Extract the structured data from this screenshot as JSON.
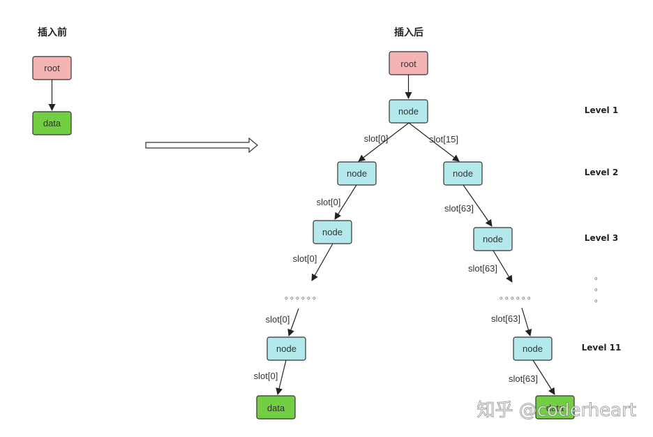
{
  "titles": {
    "before": "插入前",
    "after": "插入后"
  },
  "boxes": {
    "root": "root",
    "node": "node",
    "data": "data"
  },
  "levels": [
    "Level 1",
    "Level 2",
    "Level 3",
    "Level 11"
  ],
  "edge_labels": {
    "slot0": "slot[0]",
    "slot15": "slot[15]",
    "slot63": "slot[63]"
  },
  "ellipsis_row": "。。。。。。",
  "ellipsis_col": "。",
  "watermark": "知乎 @coderheart",
  "colors": {
    "root_fill": "#f4b4b4",
    "node_fill": "#b3e9ec",
    "data_fill": "#72cf43",
    "stroke": "#333333"
  }
}
